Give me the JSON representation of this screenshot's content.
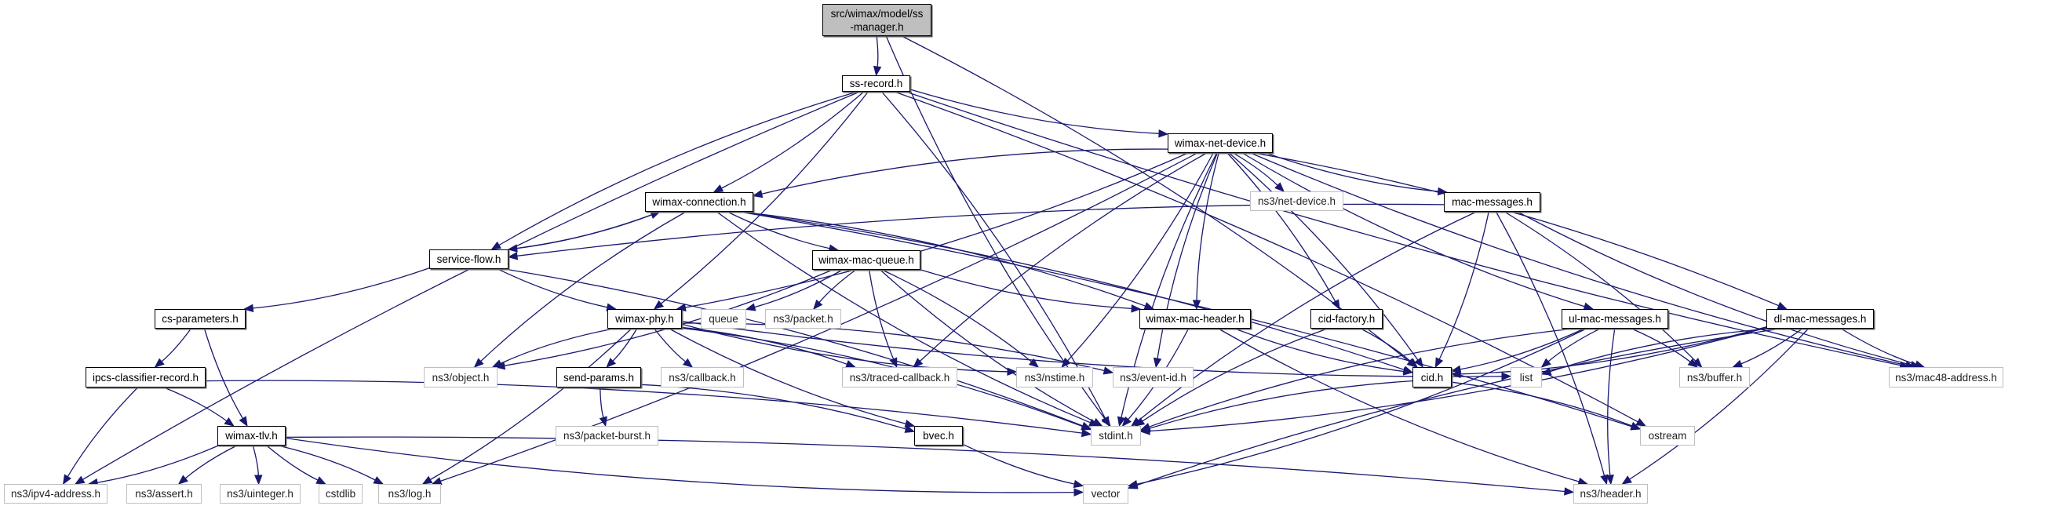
{
  "title": "src/wimax/model/ss-manager.h include dependency graph",
  "colors": {
    "edge": "#191970",
    "root_fill": "#bfbfbf",
    "local_border": "#000000",
    "external_border": "#bfbfbf"
  },
  "nodes": [
    {
      "id": "root",
      "label": "src/wimax/model/ss\n-manager.h",
      "type": "root"
    },
    {
      "id": "ss_record",
      "label": "ss-record.h",
      "type": "local"
    },
    {
      "id": "wimax_net_device",
      "label": "wimax-net-device.h",
      "type": "local"
    },
    {
      "id": "wimax_connection",
      "label": "wimax-connection.h",
      "type": "local"
    },
    {
      "id": "ns3_net_device",
      "label": "ns3/net-device.h",
      "type": "external"
    },
    {
      "id": "mac_messages",
      "label": "mac-messages.h",
      "type": "local"
    },
    {
      "id": "service_flow",
      "label": "service-flow.h",
      "type": "local"
    },
    {
      "id": "wimax_mac_queue",
      "label": "wimax-mac-queue.h",
      "type": "local"
    },
    {
      "id": "cs_parameters",
      "label": "cs-parameters.h",
      "type": "local"
    },
    {
      "id": "wimax_phy",
      "label": "wimax-phy.h",
      "type": "local"
    },
    {
      "id": "queue",
      "label": "queue",
      "type": "external"
    },
    {
      "id": "ns3_packet",
      "label": "ns3/packet.h",
      "type": "external"
    },
    {
      "id": "wimax_mac_header",
      "label": "wimax-mac-header.h",
      "type": "local"
    },
    {
      "id": "cid_factory",
      "label": "cid-factory.h",
      "type": "local"
    },
    {
      "id": "ul_mac_messages",
      "label": "ul-mac-messages.h",
      "type": "local"
    },
    {
      "id": "dl_mac_messages",
      "label": "dl-mac-messages.h",
      "type": "local"
    },
    {
      "id": "ipcs_classifier_record",
      "label": "ipcs-classifier-record.h",
      "type": "local"
    },
    {
      "id": "ns3_object",
      "label": "ns3/object.h",
      "type": "external"
    },
    {
      "id": "send_params",
      "label": "send-params.h",
      "type": "local"
    },
    {
      "id": "ns3_callback",
      "label": "ns3/callback.h",
      "type": "external"
    },
    {
      "id": "ns3_traced_callback",
      "label": "ns3/traced-callback.h",
      "type": "external"
    },
    {
      "id": "ns3_nstime",
      "label": "ns3/nstime.h",
      "type": "external"
    },
    {
      "id": "ns3_event_id",
      "label": "ns3/event-id.h",
      "type": "external"
    },
    {
      "id": "cid",
      "label": "cid.h",
      "type": "local"
    },
    {
      "id": "list",
      "label": "list",
      "type": "external"
    },
    {
      "id": "ns3_buffer",
      "label": "ns3/buffer.h",
      "type": "external"
    },
    {
      "id": "ns3_mac48_address",
      "label": "ns3/mac48-address.h",
      "type": "external"
    },
    {
      "id": "wimax_tlv",
      "label": "wimax-tlv.h",
      "type": "local"
    },
    {
      "id": "ns3_packet_burst",
      "label": "ns3/packet-burst.h",
      "type": "external"
    },
    {
      "id": "bvec",
      "label": "bvec.h",
      "type": "local"
    },
    {
      "id": "stdint",
      "label": "stdint.h",
      "type": "external"
    },
    {
      "id": "ostream",
      "label": "ostream",
      "type": "external"
    },
    {
      "id": "ns3_ipv4_address",
      "label": "ns3/ipv4-address.h",
      "type": "external"
    },
    {
      "id": "ns3_assert",
      "label": "ns3/assert.h",
      "type": "external"
    },
    {
      "id": "ns3_uinteger",
      "label": "ns3/uinteger.h",
      "type": "external"
    },
    {
      "id": "cstdlib",
      "label": "cstdlib",
      "type": "external"
    },
    {
      "id": "ns3_log",
      "label": "ns3/log.h",
      "type": "external"
    },
    {
      "id": "vector",
      "label": "vector",
      "type": "external"
    },
    {
      "id": "ns3_header",
      "label": "ns3/header.h",
      "type": "external"
    }
  ],
  "edges": [
    [
      "root",
      "ss_record"
    ],
    [
      "root",
      "stdint"
    ],
    [
      "root",
      "cid"
    ],
    [
      "ss_record",
      "wimax_net_device"
    ],
    [
      "ss_record",
      "wimax_connection"
    ],
    [
      "ss_record",
      "service_flow"
    ],
    [
      "ss_record",
      "wimax_phy"
    ],
    [
      "ss_record",
      "ns3_ipv4_address"
    ],
    [
      "ss_record",
      "stdint"
    ],
    [
      "ss_record",
      "ns3_mac48_address"
    ],
    [
      "ss_record",
      "ostream"
    ],
    [
      "wimax_net_device",
      "wimax_connection"
    ],
    [
      "wimax_net_device",
      "ns3_net_device"
    ],
    [
      "wimax_net_device",
      "mac_messages"
    ],
    [
      "wimax_net_device",
      "wimax_phy"
    ],
    [
      "wimax_net_device",
      "wimax_mac_header"
    ],
    [
      "wimax_net_device",
      "cid_factory"
    ],
    [
      "wimax_net_device",
      "ul_mac_messages"
    ],
    [
      "wimax_net_device",
      "dl_mac_messages"
    ],
    [
      "wimax_net_device",
      "ns3_traced_callback"
    ],
    [
      "wimax_net_device",
      "ns3_nstime"
    ],
    [
      "wimax_net_device",
      "ns3_event_id"
    ],
    [
      "wimax_net_device",
      "cid"
    ],
    [
      "wimax_net_device",
      "ns3_mac48_address"
    ],
    [
      "wimax_net_device",
      "ns3_log"
    ],
    [
      "wimax_net_device",
      "stdint"
    ],
    [
      "wimax_connection",
      "service_flow"
    ],
    [
      "wimax_connection",
      "wimax_mac_queue"
    ],
    [
      "wimax_connection",
      "wimax_mac_header"
    ],
    [
      "wimax_connection",
      "ns3_object"
    ],
    [
      "wimax_connection",
      "cid"
    ],
    [
      "wimax_connection",
      "stdint"
    ],
    [
      "wimax_connection",
      "ostream"
    ],
    [
      "service_flow",
      "wimax_connection"
    ],
    [
      "service_flow",
      "cs_parameters"
    ],
    [
      "service_flow",
      "wimax_phy"
    ],
    [
      "service_flow",
      "stdint"
    ],
    [
      "mac_messages",
      "service_flow"
    ],
    [
      "mac_messages",
      "cid"
    ],
    [
      "mac_messages",
      "stdint"
    ],
    [
      "mac_messages",
      "ns3_buffer"
    ],
    [
      "mac_messages",
      "ns3_mac48_address"
    ],
    [
      "mac_messages",
      "ns3_header"
    ],
    [
      "wimax_mac_queue",
      "wimax_mac_header"
    ],
    [
      "wimax_mac_queue",
      "queue"
    ],
    [
      "wimax_mac_queue",
      "ns3_packet"
    ],
    [
      "wimax_mac_queue",
      "ns3_object"
    ],
    [
      "wimax_mac_queue",
      "ns3_traced_callback"
    ],
    [
      "wimax_mac_queue",
      "ns3_nstime"
    ],
    [
      "wimax_mac_queue",
      "stdint"
    ],
    [
      "cs_parameters",
      "ipcs_classifier_record"
    ],
    [
      "cs_parameters",
      "wimax_tlv"
    ],
    [
      "ipcs_classifier_record",
      "wimax_tlv"
    ],
    [
      "ipcs_classifier_record",
      "ns3_ipv4_address"
    ],
    [
      "ipcs_classifier_record",
      "stdint"
    ],
    [
      "wimax_phy",
      "ns3_object"
    ],
    [
      "wimax_phy",
      "send_params"
    ],
    [
      "wimax_phy",
      "ns3_callback"
    ],
    [
      "wimax_phy",
      "ns3_traced_callback"
    ],
    [
      "wimax_phy",
      "ns3_nstime"
    ],
    [
      "wimax_phy",
      "ns3_event_id"
    ],
    [
      "wimax_phy",
      "bvec"
    ],
    [
      "wimax_phy",
      "stdint"
    ],
    [
      "wimax_phy",
      "list"
    ],
    [
      "wimax_phy",
      "ns3_log"
    ],
    [
      "wimax_mac_header",
      "cid"
    ],
    [
      "wimax_mac_header",
      "stdint"
    ],
    [
      "wimax_mac_header",
      "ns3_header"
    ],
    [
      "cid_factory",
      "cid"
    ],
    [
      "cid_factory",
      "stdint"
    ],
    [
      "ul_mac_messages",
      "cid"
    ],
    [
      "ul_mac_messages",
      "list"
    ],
    [
      "ul_mac_messages",
      "ns3_buffer"
    ],
    [
      "ul_mac_messages",
      "stdint"
    ],
    [
      "ul_mac_messages",
      "vector"
    ],
    [
      "ul_mac_messages",
      "ns3_header"
    ],
    [
      "dl_mac_messages",
      "cid"
    ],
    [
      "dl_mac_messages",
      "list"
    ],
    [
      "dl_mac_messages",
      "ns3_buffer"
    ],
    [
      "dl_mac_messages",
      "ns3_mac48_address"
    ],
    [
      "dl_mac_messages",
      "stdint"
    ],
    [
      "dl_mac_messages",
      "vector"
    ],
    [
      "dl_mac_messages",
      "ns3_header"
    ],
    [
      "send_params",
      "ns3_packet_burst"
    ],
    [
      "send_params",
      "bvec"
    ],
    [
      "cid",
      "stdint"
    ],
    [
      "cid",
      "ostream"
    ],
    [
      "bvec",
      "vector"
    ],
    [
      "wimax_tlv",
      "ns3_ipv4_address"
    ],
    [
      "wimax_tlv",
      "ns3_assert"
    ],
    [
      "wimax_tlv",
      "ns3_uinteger"
    ],
    [
      "wimax_tlv",
      "cstdlib"
    ],
    [
      "wimax_tlv",
      "ns3_log"
    ],
    [
      "wimax_tlv",
      "vector"
    ],
    [
      "wimax_tlv",
      "ns3_header"
    ]
  ]
}
